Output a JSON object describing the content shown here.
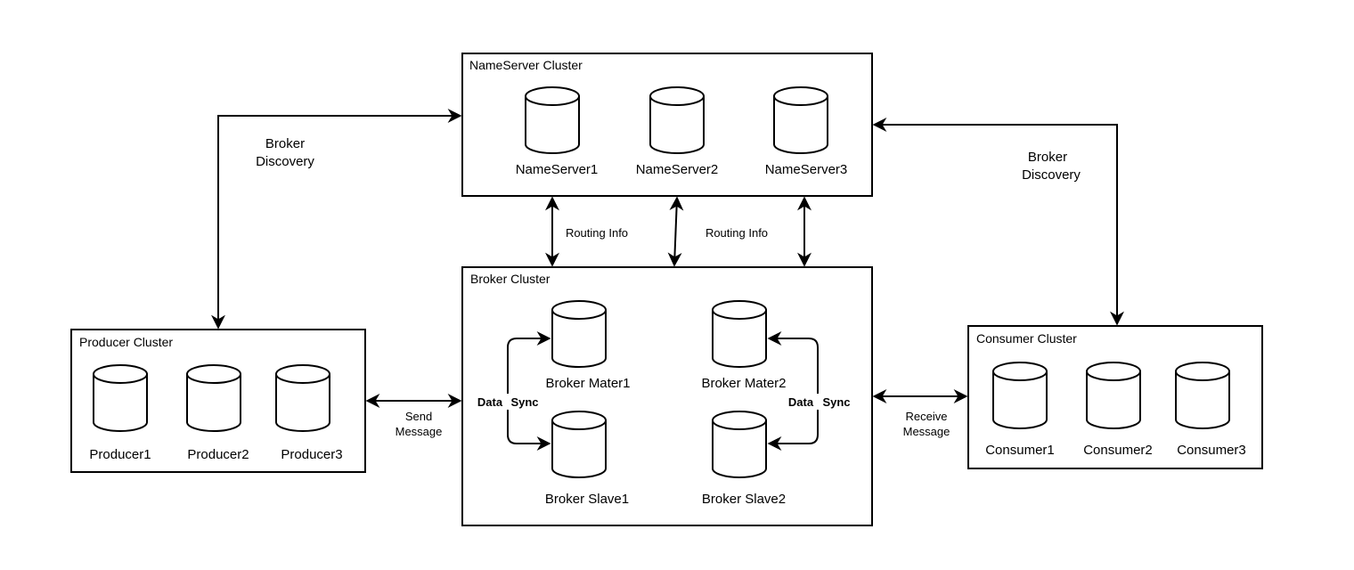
{
  "clusters": {
    "nameserver": {
      "title": "NameServer Cluster",
      "nodes": [
        "NameServer1",
        "NameServer2",
        "NameServer3"
      ]
    },
    "broker": {
      "title": "Broker Cluster",
      "nodes": [
        "Broker Mater1",
        "Broker Slave1",
        "Broker Mater2",
        "Broker Slave2"
      ]
    },
    "producer": {
      "title": "Producer Cluster",
      "nodes": [
        "Producer1",
        "Producer2",
        "Producer3"
      ]
    },
    "consumer": {
      "title": "Consumer Cluster",
      "nodes": [
        "Consumer1",
        "Consumer2",
        "Consumer3"
      ]
    }
  },
  "edges": {
    "broker_discovery_left": [
      "Broker",
      "Discovery"
    ],
    "broker_discovery_right": [
      "Broker",
      "Discovery"
    ],
    "routing_info_1": "Routing Info",
    "routing_info_2": "Routing Info",
    "send_message": [
      "Send",
      "Message"
    ],
    "receive_message": [
      "Receive",
      "Message"
    ],
    "data_sync_left": [
      "Data",
      "Sync"
    ],
    "data_sync_right": [
      "Data",
      "Sync"
    ]
  }
}
